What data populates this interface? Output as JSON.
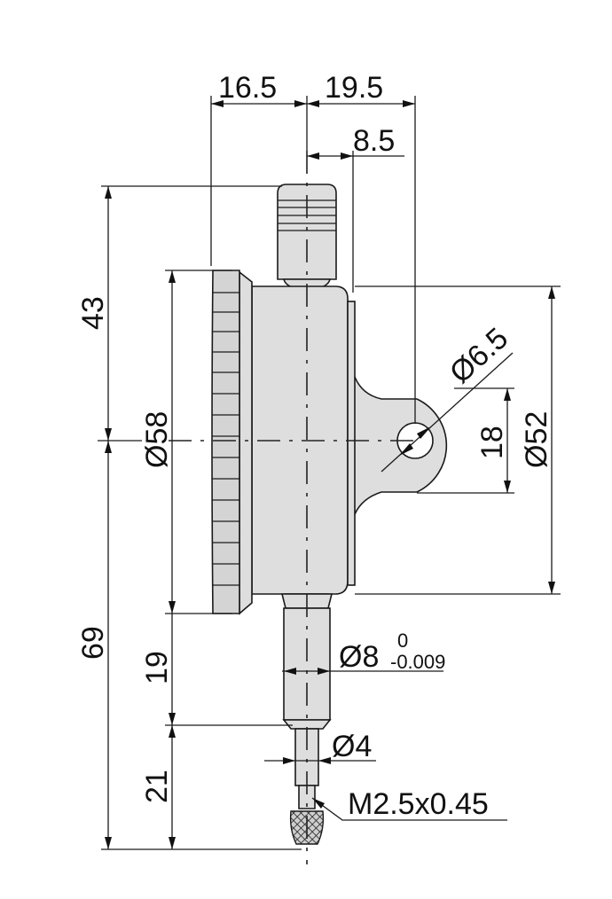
{
  "drawing": {
    "dimensions": {
      "width_left": "16.5",
      "width_right": "19.5",
      "lug_offset": "8.5",
      "top_height": "43",
      "bottom_height": "69",
      "bezel_diameter": "Ø58",
      "case_diameter": "Ø52",
      "lug_hole_diameter": "Ø6.5",
      "lug_height": "18",
      "stem_length": "19",
      "stem_diameter": "Ø8",
      "stem_tol_upper": "0",
      "stem_tol_lower": "-0.009",
      "spindle_length": "21",
      "spindle_diameter": "Ø4",
      "contact_thread": "M2.5x0.45"
    }
  }
}
